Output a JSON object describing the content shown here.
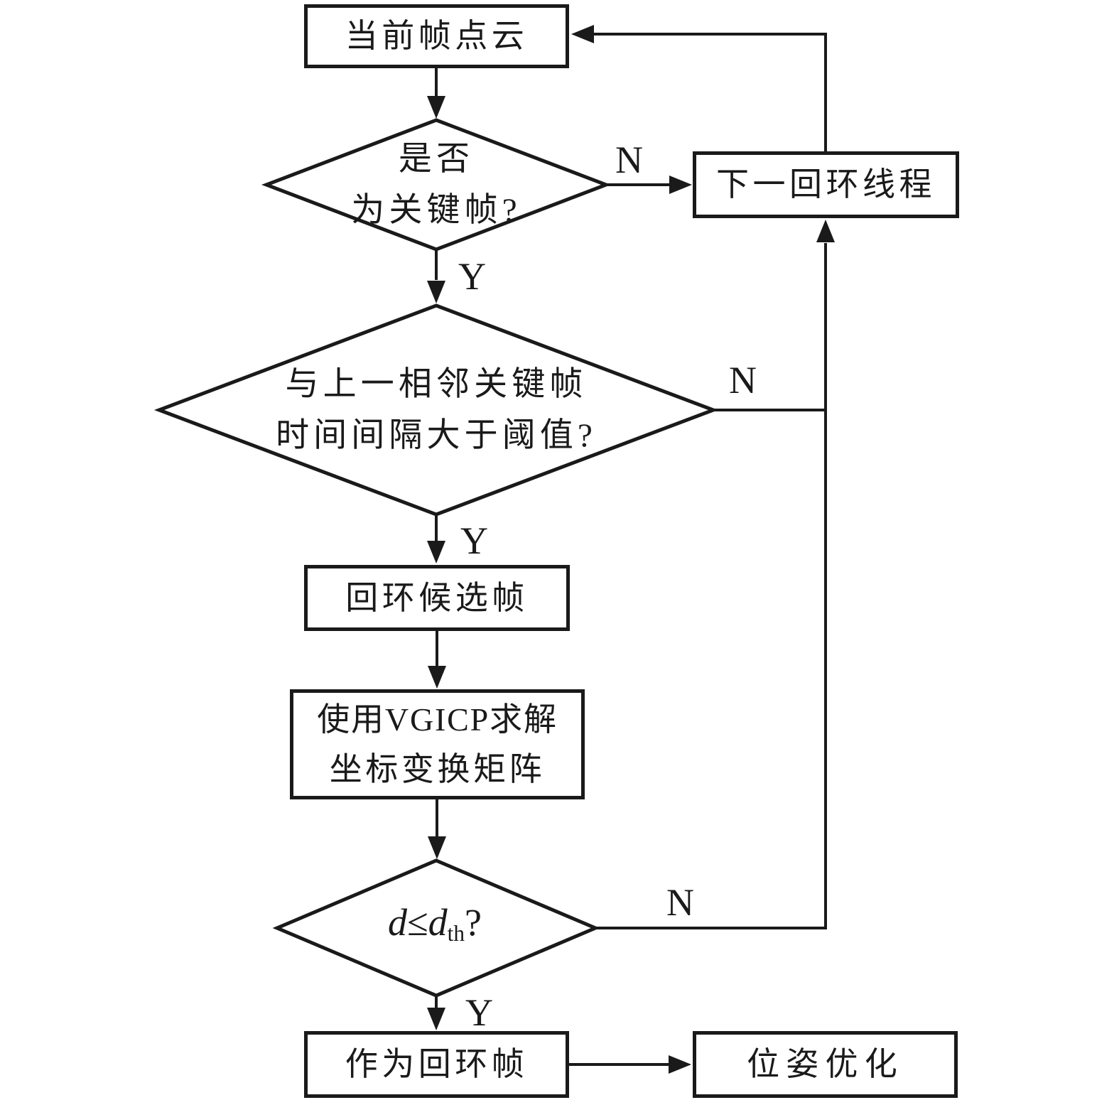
{
  "figure": {
    "type": "flowchart",
    "background": "#ffffff",
    "stroke_color": "#1a1a1a",
    "text_color": "#1a1a1a"
  },
  "nodes": {
    "current_frame": {
      "label": "当前帧点云"
    },
    "is_keyframe": {
      "line1": "是否",
      "line2": "为关键帧?"
    },
    "next_loop_thread": {
      "label": "下一回环线程"
    },
    "time_interval": {
      "line1": "与上一相邻关键帧",
      "line2": "时间间隔大于阈值?"
    },
    "loop_candidate": {
      "label": "回环候选帧"
    },
    "vgicp": {
      "line1": "使用VGICP求解",
      "line2": "坐标变换矩阵"
    },
    "distance_check": {
      "d1": "d",
      "leq": "≤",
      "d2": "d",
      "sub": "th",
      "q": "?"
    },
    "as_loop_frame": {
      "label": "作为回环帧"
    },
    "pose_optimization": {
      "label": "位姿优化"
    }
  },
  "edge_labels": {
    "keyframe_no": "N",
    "keyframe_yes": "Y",
    "interval_no": "N",
    "interval_yes": "Y",
    "distance_no": "N",
    "distance_yes": "Y"
  }
}
